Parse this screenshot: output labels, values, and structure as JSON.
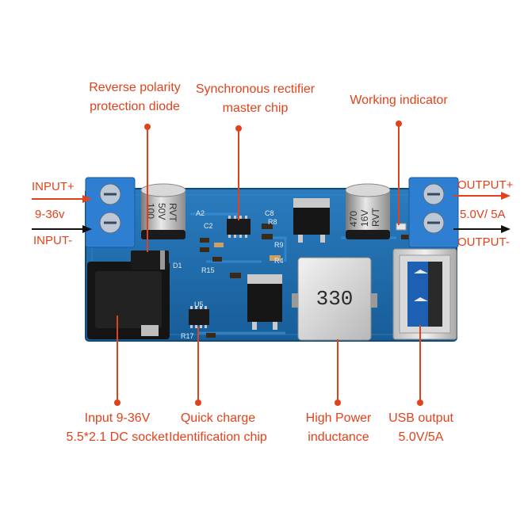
{
  "annotations": {
    "reverse_diode": [
      "Reverse polarity",
      "protection diode"
    ],
    "sync_rectifier": [
      "Synchronous rectifier",
      "master chip"
    ],
    "working_indicator": "Working indicator",
    "input_socket": [
      "Input 9-36V",
      "5.5*2.1 DC socket"
    ],
    "quick_charge": [
      "Quick charge",
      "Identification chip"
    ],
    "inductance": [
      "High Power",
      "inductance"
    ],
    "usb_output": [
      "USB output",
      "5.0V/5A"
    ]
  },
  "terminals": {
    "input_plus": "INPUT+",
    "input_range": "9-36v",
    "input_minus": "INPUT-",
    "output_plus": "OUTPUT+",
    "output_value": "5.0V/ 5A",
    "output_minus": "OUTPUT-"
  },
  "components": {
    "cap_left": [
      "100",
      "50V",
      "RVT"
    ],
    "cap_right": [
      "470",
      "16V",
      "RVT"
    ],
    "inductor_code": "330",
    "silk": [
      "D1",
      "U5",
      "R17",
      "R15",
      "R8",
      "R9",
      "R4",
      "C8",
      "A2",
      "C2"
    ]
  },
  "colors": {
    "accent": "#e2421b",
    "board": "#1f6fae",
    "terminal_block": "#2e7fd1",
    "arrow_dark": "#111111"
  }
}
